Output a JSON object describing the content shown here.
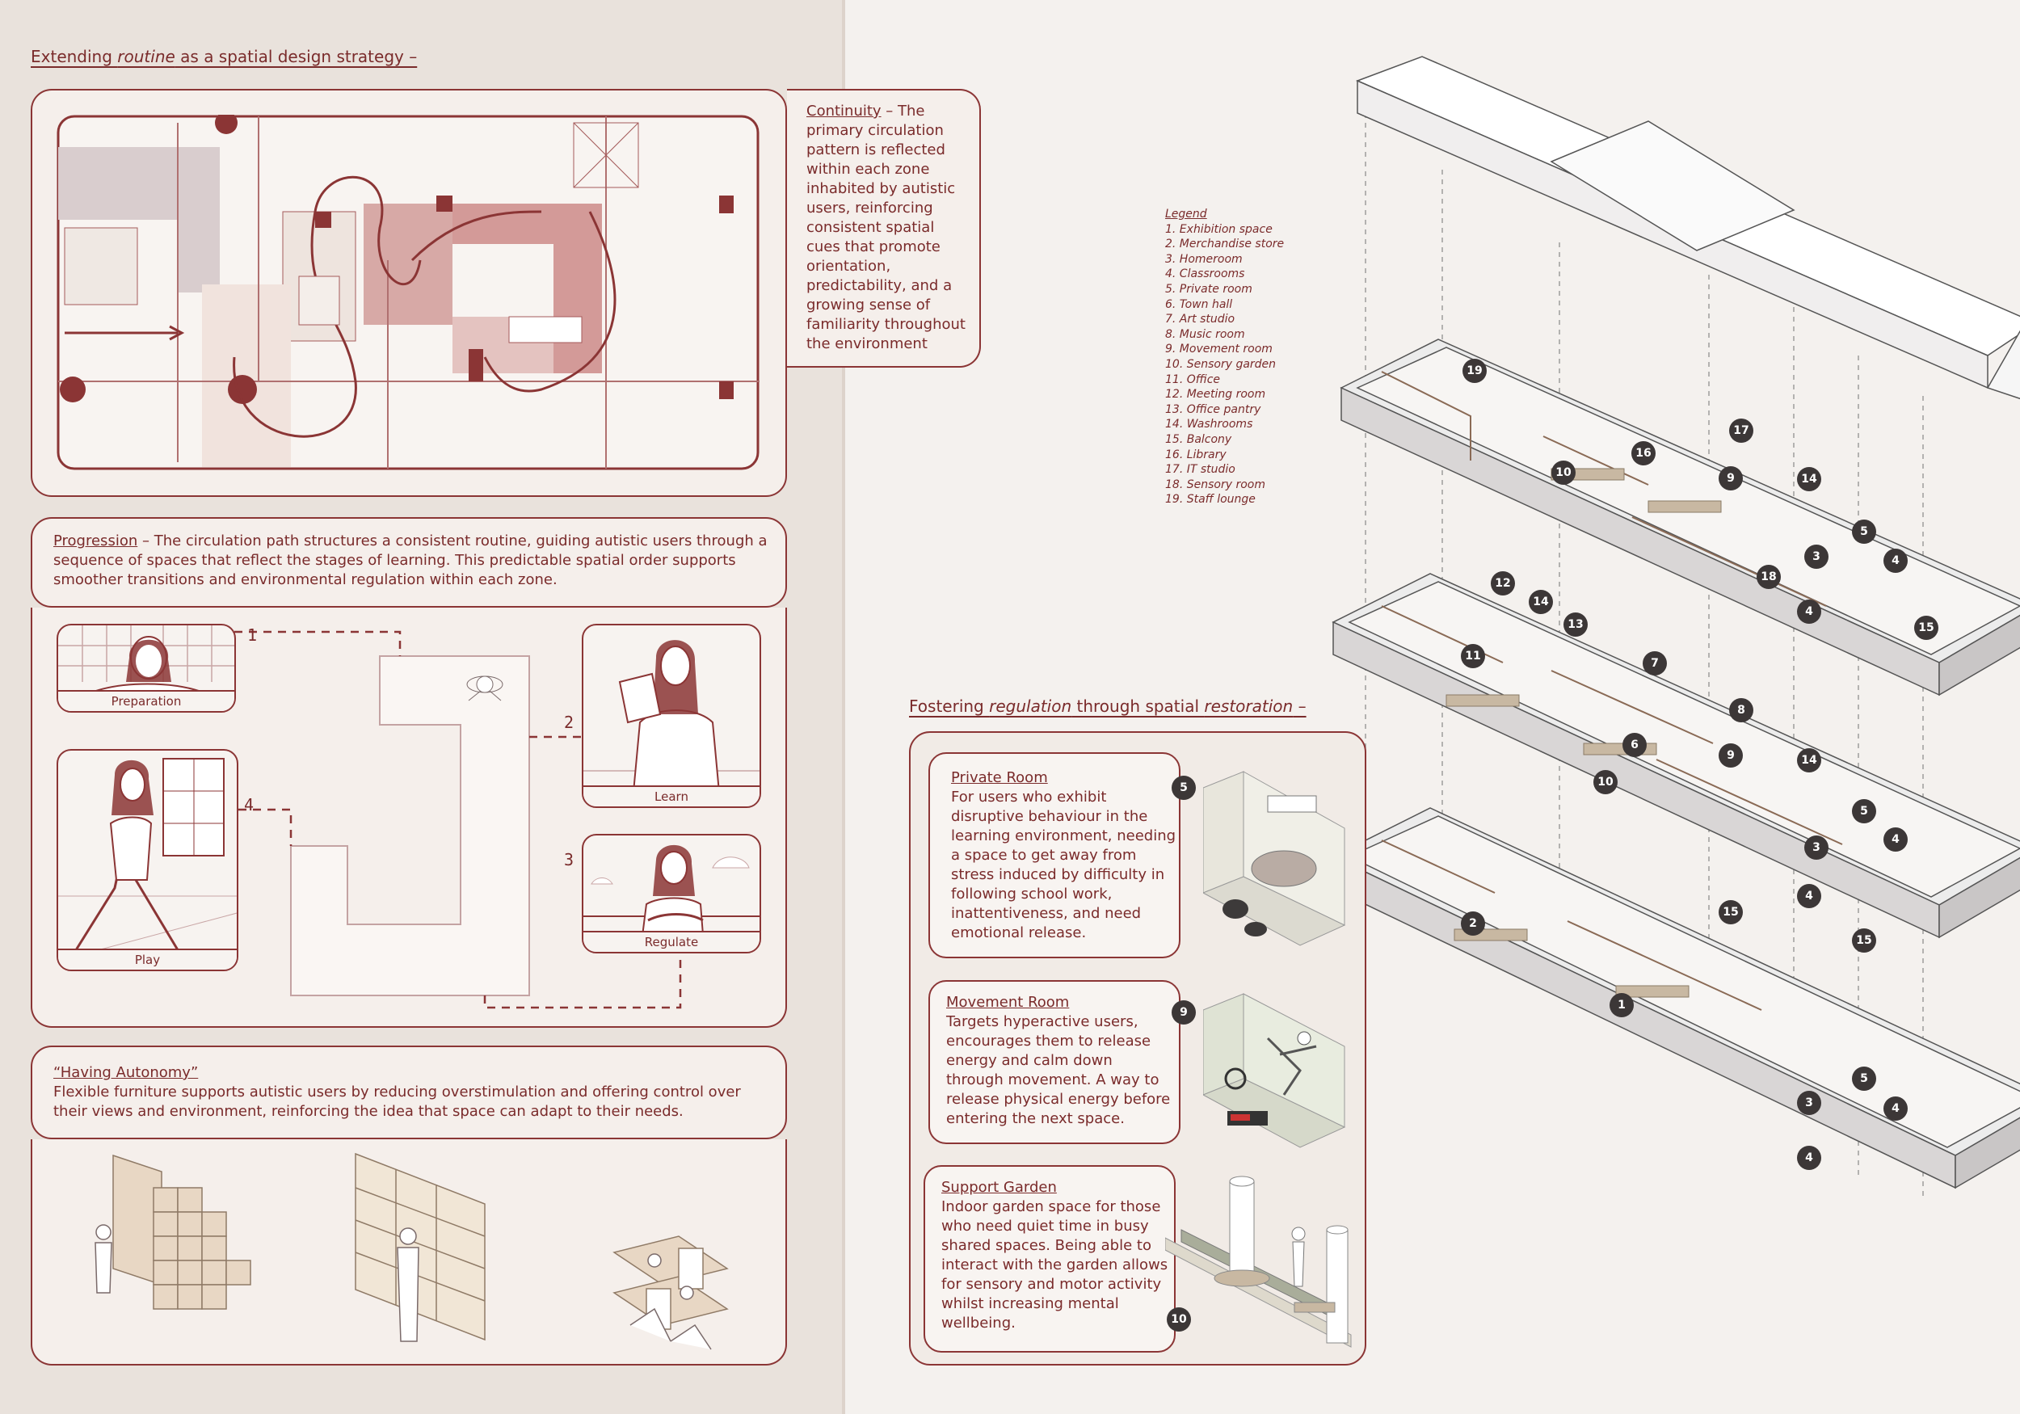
{
  "left": {
    "heading_pre": "Extending ",
    "heading_em": "routine",
    "heading_post": " as a spatial design strategy –",
    "continuity": {
      "term": "Continuity",
      "text": " – The primary circulation pattern is reflected within each zone inhabited by autistic users, reinforcing consistent spatial cues that promote orientation, predictability, and a growing sense of familiarity throughout the environment"
    },
    "progression": {
      "term": "Progression",
      "text": " – The circulation path structures a consistent routine, guiding autistic users through a sequence of spaces that reflect the stages of learning. This predictable spatial order supports smoother transitions and environmental regulation within each zone."
    },
    "panels": [
      {
        "label": "Preparation",
        "number": "1"
      },
      {
        "label": "Learn",
        "number": "2"
      },
      {
        "label": "Regulate",
        "number": "3"
      },
      {
        "label": "Play",
        "number": "4"
      }
    ],
    "autonomy": {
      "term": "“Having Autonomy”",
      "text": "Flexible furniture supports autistic users by reducing overstimulation and offering control over their views and environment, reinforcing the idea that space can adapt to their needs."
    }
  },
  "right": {
    "heading_pre": "Fostering ",
    "heading_em1": "regulation",
    "heading_mid": " through spatial ",
    "heading_em2": "restoration",
    "heading_post": " –",
    "legend_title": "Legend",
    "legend": [
      "1. Exhibition space",
      "2. Merchandise store",
      "3. Homeroom",
      "4. Classrooms",
      "5. Private room",
      "6. Town hall",
      "7. Art studio",
      "8. Music room",
      "9. Movement room",
      "10. Sensory garden",
      "11. Office",
      "12. Meeting room",
      "13. Office pantry",
      "14. Washrooms",
      "15. Balcony",
      "16. Library",
      "17. IT studio",
      "18. Sensory room",
      "19. Staff lounge"
    ],
    "rooms": [
      {
        "title": "Private Room",
        "badge": "5",
        "text": "For users who exhibit disruptive behaviour in the learning environment, needing a space to get away from stress induced by difficulty in following school work, inattentiveness, and need emotional release."
      },
      {
        "title": "Movement Room",
        "badge": "9",
        "text": "Targets hyperactive users, encourages them to release energy and calm down through movement. A way to release physical energy before entering the next space."
      },
      {
        "title": "Support Garden",
        "badge": "10",
        "text": "Indoor garden space for those who need quiet time in busy shared spaces. Being able to interact with the garden allows for sensory and motor activity whilst increasing mental wellbeing."
      }
    ],
    "floor_badges": {
      "top": [
        "19",
        "16",
        "10",
        "17",
        "9",
        "14",
        "5",
        "3",
        "4",
        "18",
        "4",
        "15"
      ],
      "mid": [
        "12",
        "14",
        "13",
        "11",
        "7",
        "8",
        "6",
        "9",
        "14",
        "10",
        "5",
        "3",
        "4",
        "4",
        "15",
        "15"
      ],
      "ground": [
        "2",
        "1",
        "5",
        "3",
        "4",
        "4"
      ]
    }
  }
}
